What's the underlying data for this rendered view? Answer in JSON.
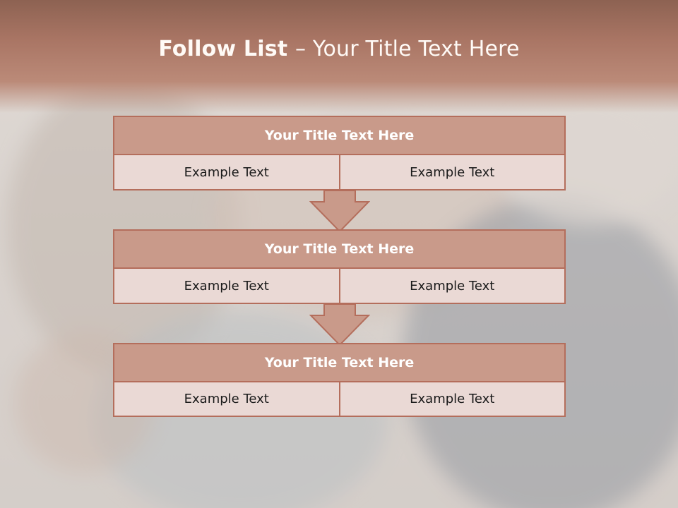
{
  "slide": {
    "title_bold": "Follow List ",
    "title_rest": " – Your Title Text Here"
  },
  "blocks": [
    {
      "title": "Your Title Text Here",
      "left": "Example Text",
      "right": "Example Text"
    },
    {
      "title": "Your Title Text Here",
      "left": "Example Text",
      "right": "Example Text"
    },
    {
      "title": "Your Title Text Here",
      "left": "Example Text",
      "right": "Example Text"
    }
  ],
  "colors": {
    "header": "#a97564",
    "block_title_fill": "#c99a8a",
    "block_cell_fill": "#ead9d5",
    "border": "#b46e5c"
  }
}
